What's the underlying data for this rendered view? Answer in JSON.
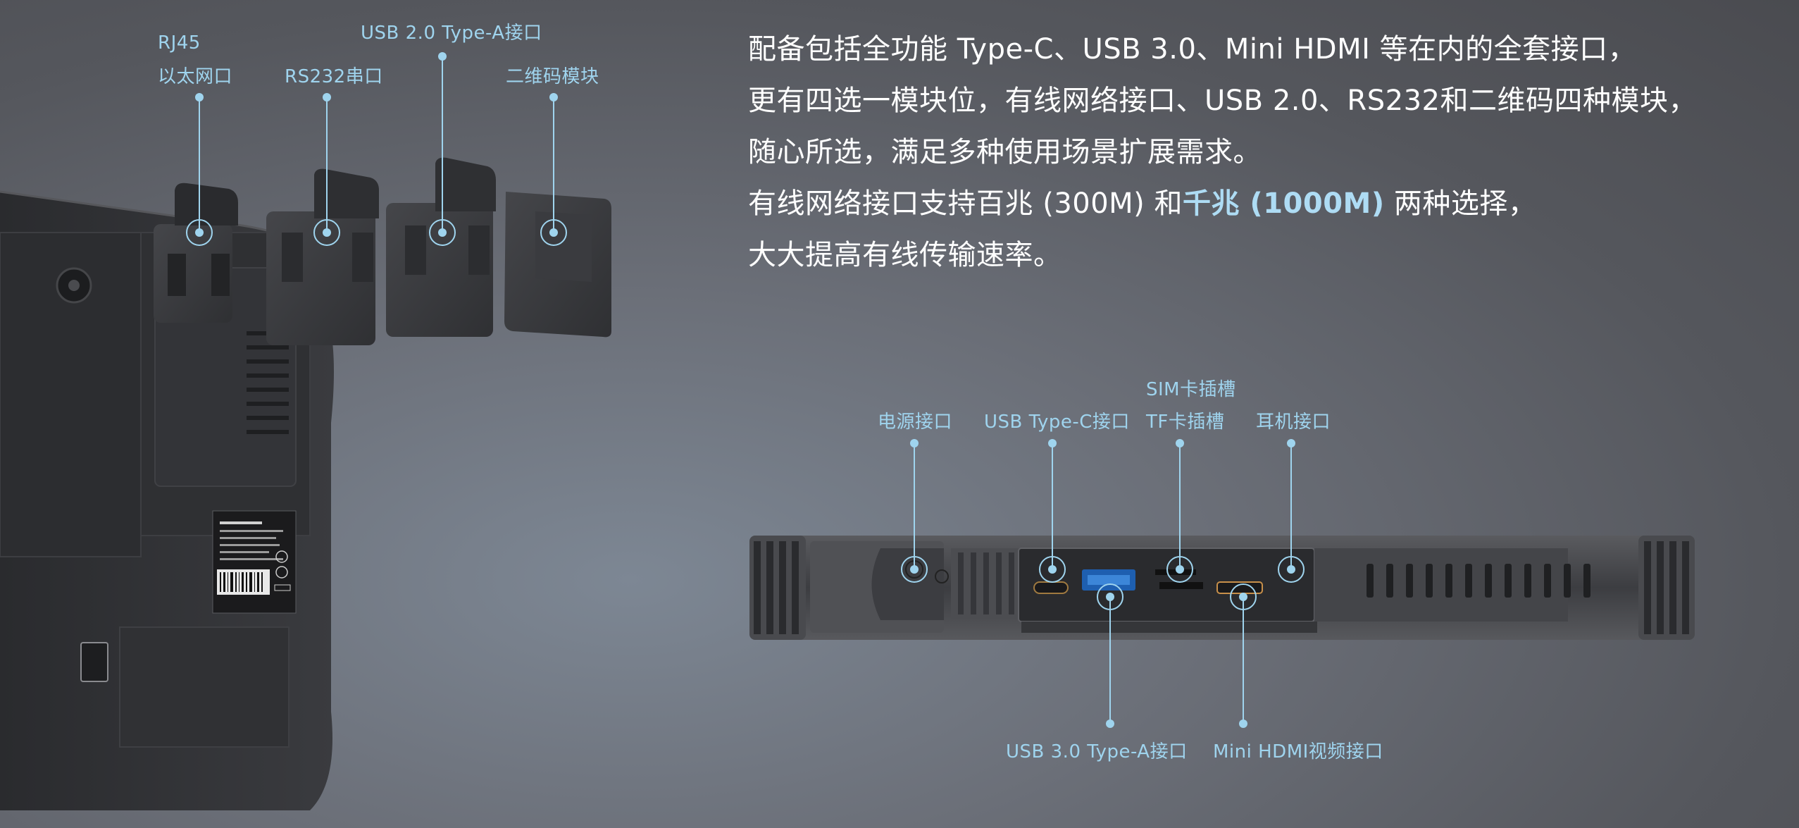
{
  "description": {
    "line1": "配备包括全功能 Type-C、USB 3.0、Mini HDMI 等在内的全套接口，",
    "line2": "更有四选一模块位，有线网络接口、USB 2.0、RS232和二维码四种模块，",
    "line3": "随心所选，满足多种使用场景扩展需求。",
    "line4_pre": "有线网络接口支持百兆 (300M) 和",
    "line4_highlight": "千兆 (1000M)",
    "line4_post": " 两种选择，",
    "line5": "大大提高有线传输速率。"
  },
  "modules": {
    "rj45_line1": "RJ45",
    "rj45_line2": "以太网口",
    "rs232": "RS232串口",
    "usb20": "USB 2.0 Type-A接口",
    "qrcode": "二维码模块"
  },
  "ports": {
    "power": "电源接口",
    "usb_c": "USB Type-C接口",
    "sim": "SIM卡插槽",
    "tf": "TF卡插槽",
    "earphone": "耳机接口",
    "usb30": "USB 3.0 Type-A接口",
    "mini_hdmi": "Mini HDMI视频接口"
  },
  "colors": {
    "accent": "#9fd4ee",
    "text": "#ffffff",
    "device": "#2e2f32"
  }
}
